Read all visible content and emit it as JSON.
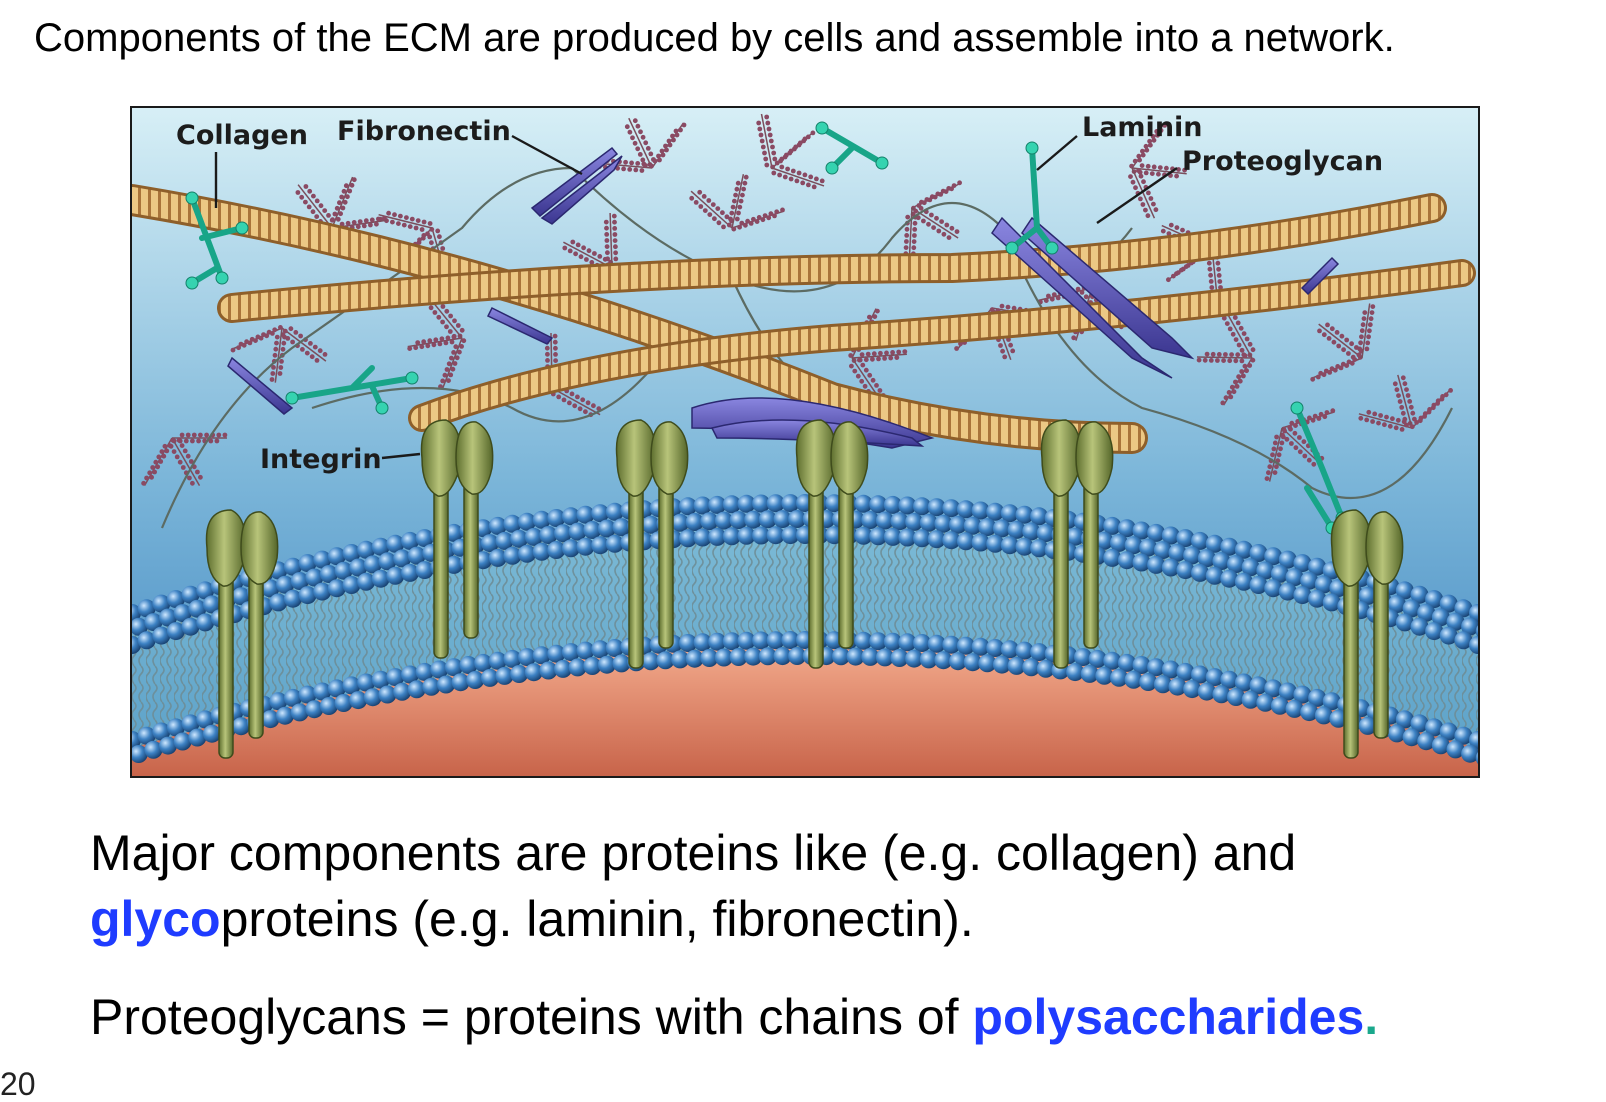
{
  "slide": {
    "title": "Components of the ECM are produced by cells and assemble into a network.",
    "page_number": "20"
  },
  "figure": {
    "labels": {
      "collagen": "Collagen",
      "fibronectin": "Fibronectin",
      "laminin": "Laminin",
      "proteoglycan": "Proteoglycan",
      "integrin": "Integrin"
    },
    "colors": {
      "ecm_top": "#cdeaf3",
      "ecm_bottom": "#4c93c8",
      "collagen_fill": "#e8c07a",
      "collagen_stripe": "#9c6a2a",
      "fibronectin": "#5b56b5",
      "laminin": "#2ec7a4",
      "proteoglycan": "#8a4a63",
      "integrin": "#7f9447",
      "lipid_head": "#2f6fb0",
      "cytoplasm": "#e9967a"
    }
  },
  "body": {
    "line1": "Major components are proteins like (e.g. collagen) and",
    "line2_highlight": "glyco",
    "line2_rest": "proteins (e.g. laminin, fibronectin).",
    "line3_start": "Proteoglycans = proteins with chains of ",
    "line3_highlight": "polysaccharides",
    "line3_end": "."
  }
}
